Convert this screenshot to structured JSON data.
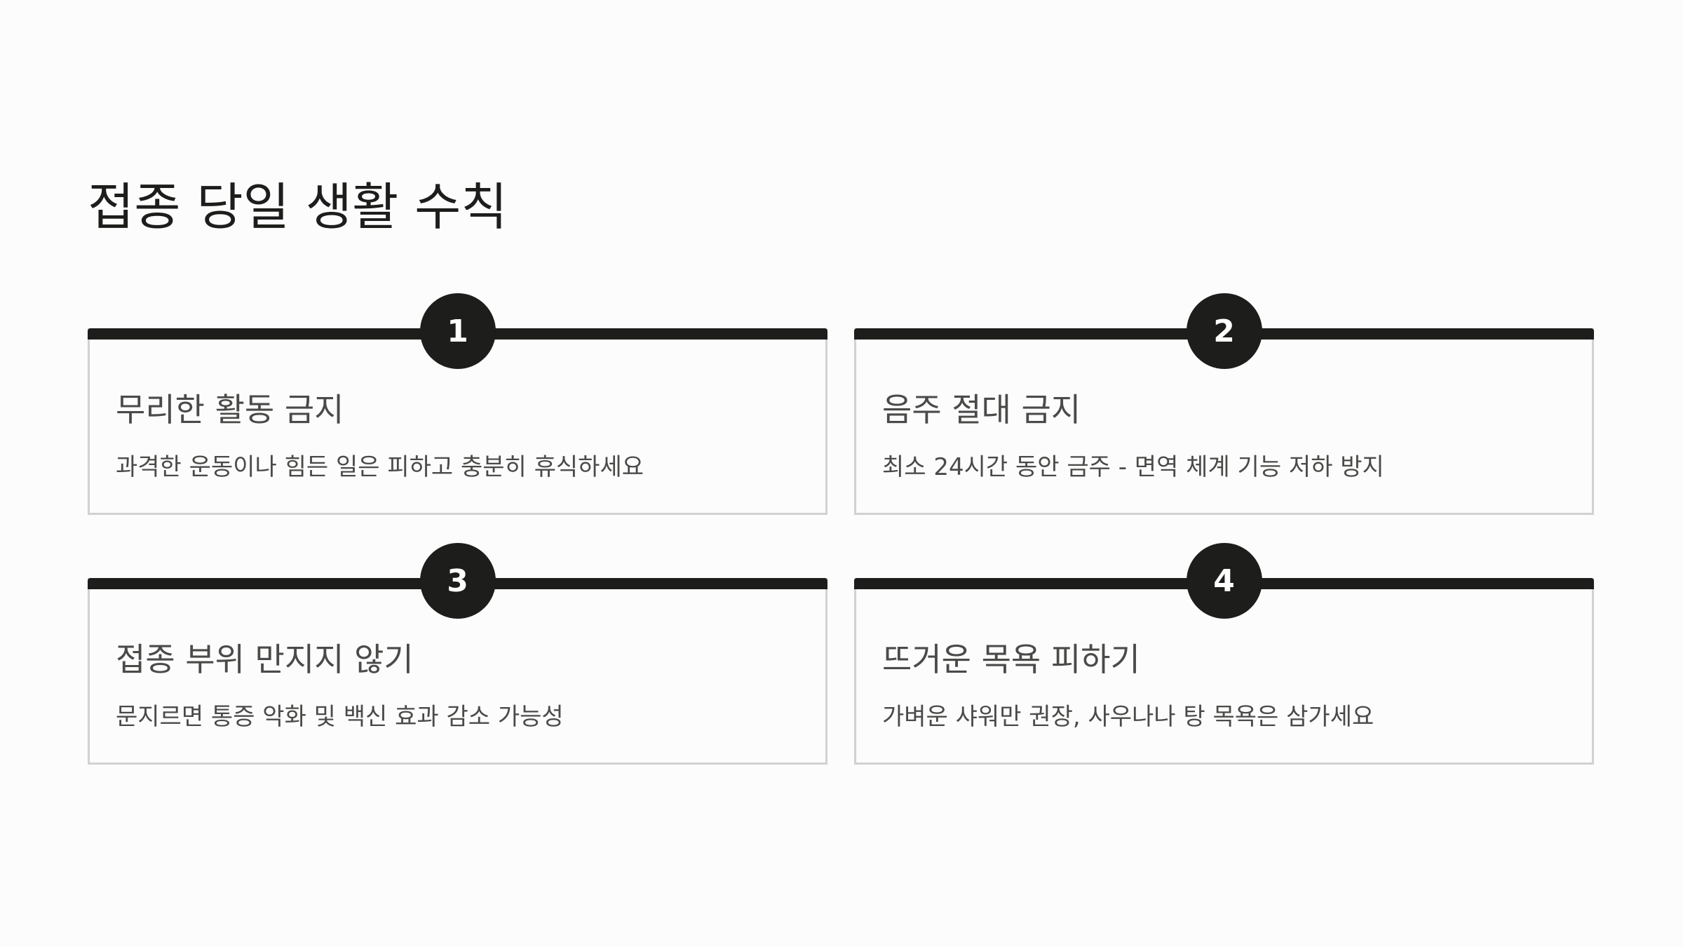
{
  "slide": {
    "title": "접종 당일 생활 수칙",
    "cards": [
      {
        "number": "1",
        "heading": "무리한 활동 금지",
        "description": "과격한 운동이나 힘든 일은 피하고 충분히 휴식하세요"
      },
      {
        "number": "2",
        "heading": "음주 절대 금지",
        "description": "최소 24시간 동안 금주 - 면역 체계 기능 저하 방지"
      },
      {
        "number": "3",
        "heading": "접종 부위 만지지 않기",
        "description": "문지르면 통증 악화 및 백신 효과 감소 가능성"
      },
      {
        "number": "4",
        "heading": "뜨거운 목욕 피하기",
        "description": "가벼운 샤워만 권장, 사우나나 탕 목욕은 삼가세요"
      }
    ]
  },
  "colors": {
    "background": "#fcfcfc",
    "accent": "#1d1d1b",
    "card_border": "#d1d1d1",
    "body_text": "#4a4a48"
  }
}
